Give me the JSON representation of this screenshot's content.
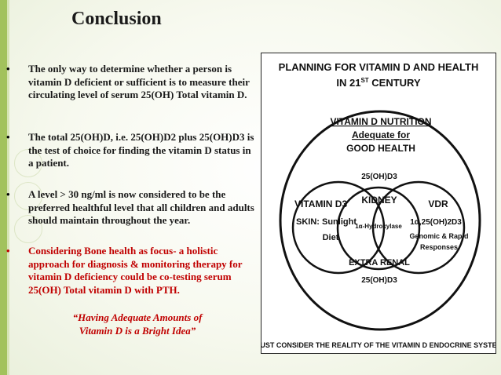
{
  "slide": {
    "title": "Conclusion",
    "bullets": [
      {
        "text": "The only way to determine whether a person is vitamin D deficient or sufficient is to measure their circulating level of serum 25(OH) Total vitamin D.",
        "color": "#1a1a1a"
      },
      {
        "text": "The total 25(OH)D, i.e. 25(OH)D2 plus 25(OH)D3 is the test of choice for finding the vitamin D status in a patient.",
        "color": "#1a1a1a"
      },
      {
        "text": "A level > 30 ng/ml is now considered to be the preferred healthful level that all children and adults should maintain throughout the year.",
        "color": "#1a1a1a"
      },
      {
        "text": "Considering Bone health as focus- a holistic approach for diagnosis & monitoring therapy for vitamin D deficiency could be co-testing serum 25(OH) Total vitamin D with PTH.",
        "color": "#c00000"
      }
    ],
    "quote_line1": "“Having Adequate Amounts of",
    "quote_line2": "Vitamin D is a Bright Idea”",
    "accent_color": "#a2c25c",
    "red_color": "#c00000"
  },
  "figure": {
    "title_line1": "PLANNING FOR VITAMIN D AND HEALTH",
    "title_line2_main": "IN 21",
    "title_line2_sup": "ST",
    "title_line2_end": " CENTURY",
    "outer_label_1": "VITAMIN D NUTRITION",
    "outer_label_2": "Adequate for",
    "outer_label_3": "GOOD HEALTH",
    "top_metabolite": "25(OH)D3",
    "kidney": "KIDNEY",
    "left_circle_1": "VITAMIN D3",
    "left_circle_2": "SKIN: Sunlight",
    "left_circle_3": "Diet",
    "center_enzyme": "1α-Hydroxylase",
    "right_circle_1": "VDR",
    "right_circle_2": "1α,25(OH)2D3",
    "right_circle_3": "Genomic & Rapid",
    "right_circle_4": "Responses",
    "extra_renal": "EXTRA RENAL",
    "bottom_metabolite": "25(OH)D3",
    "footer": "MUST CONSIDER THE REALITY OF THE VITAMIN D ENDOCRINE SYSTEM"
  }
}
